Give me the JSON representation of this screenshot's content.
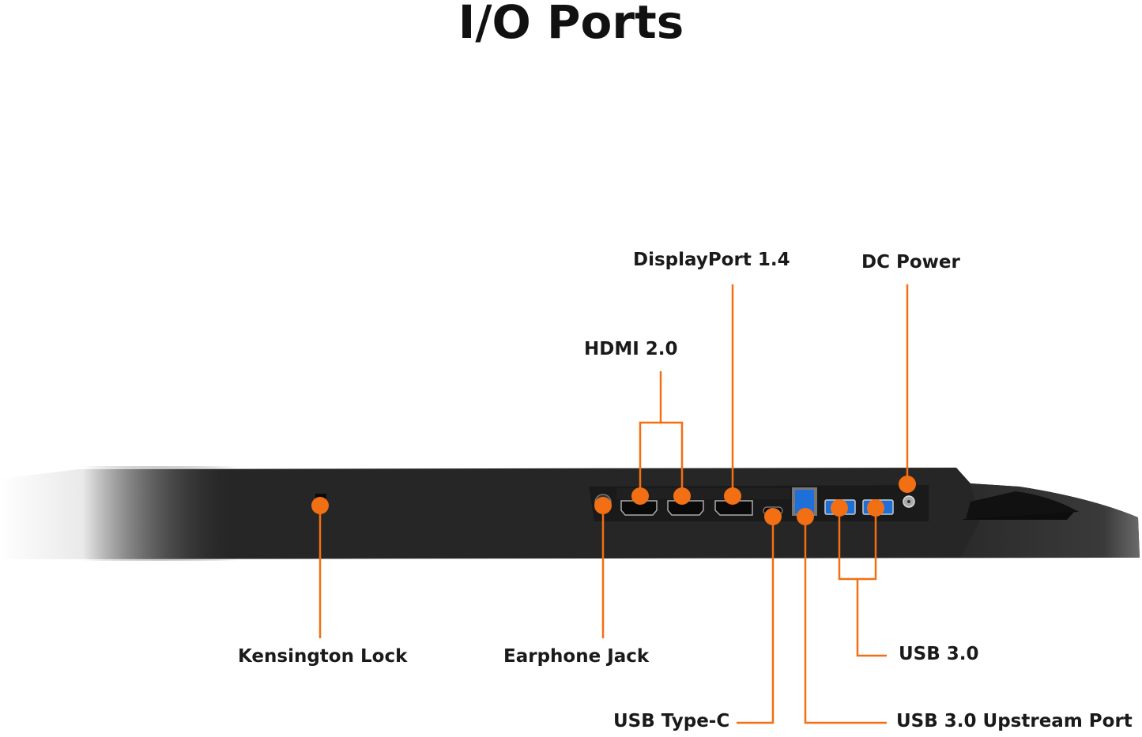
{
  "title": "I/O Ports",
  "accent_color": "#f26f13",
  "device": "monitor rear I/O panel",
  "ports": [
    {
      "id": "kensington-lock",
      "label": "Kensington Lock"
    },
    {
      "id": "earphone-jack",
      "label": "Earphone Jack"
    },
    {
      "id": "hdmi",
      "label": "HDMI 2.0",
      "count": 2
    },
    {
      "id": "displayport",
      "label": "DisplayPort 1.4"
    },
    {
      "id": "usb-type-c",
      "label": "USB Type-C"
    },
    {
      "id": "usb-upstream",
      "label": "USB 3.0 Upstream Port"
    },
    {
      "id": "usb-3",
      "label": "USB 3.0",
      "count": 2
    },
    {
      "id": "dc-power",
      "label": "DC Power"
    }
  ]
}
